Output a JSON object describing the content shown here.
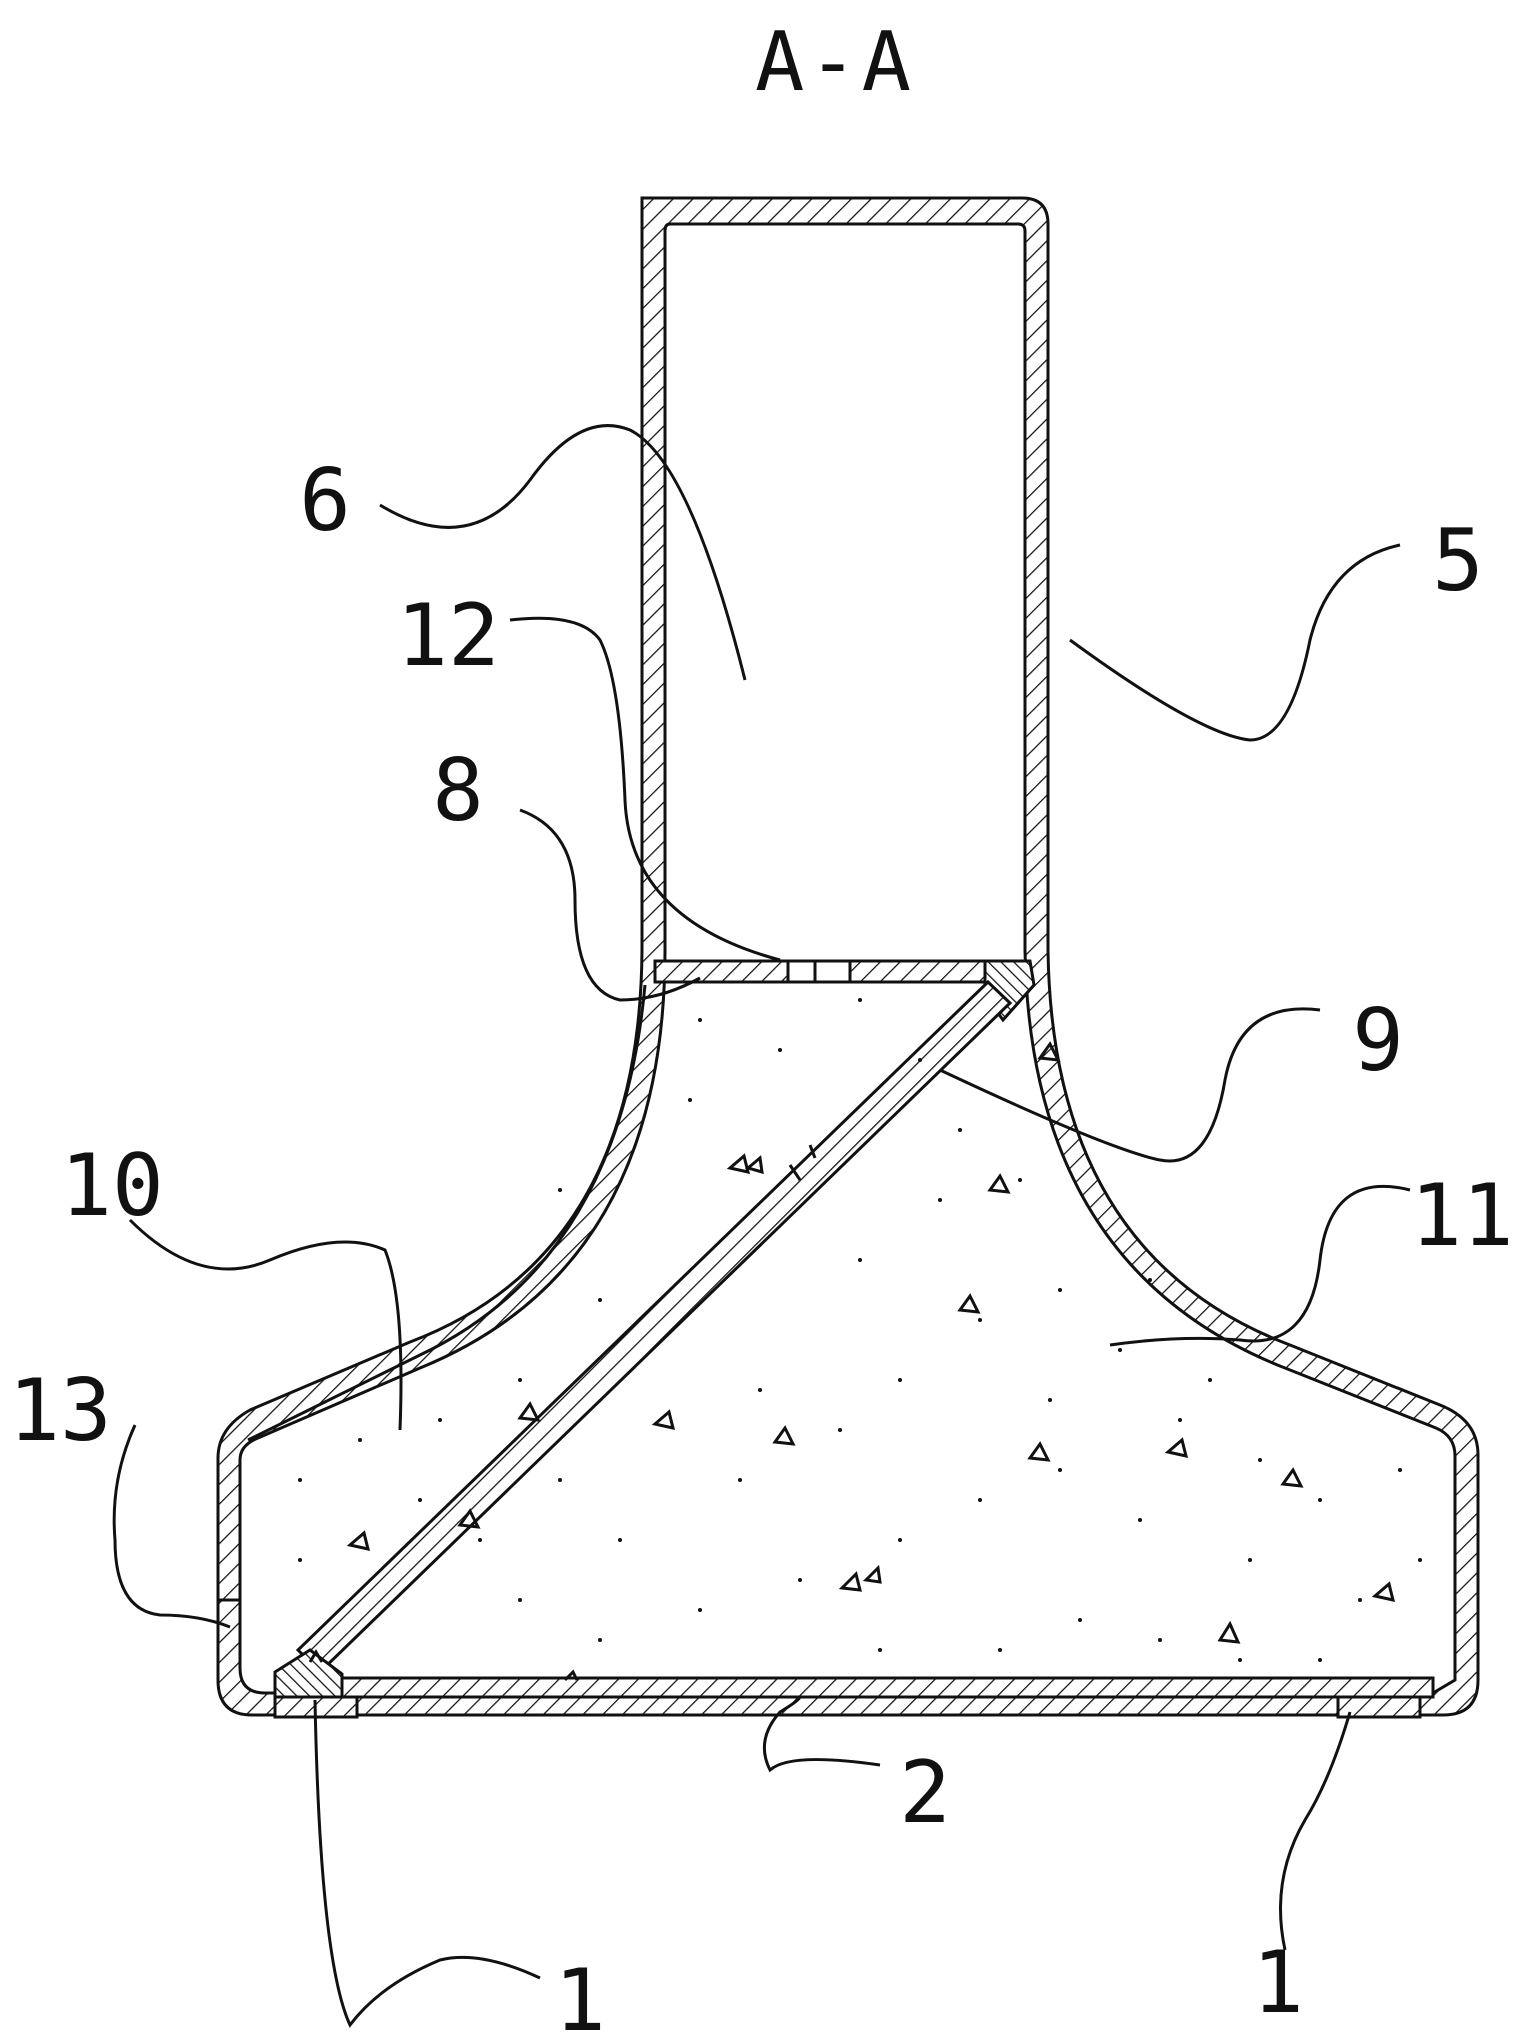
{
  "title": "A-A",
  "labels": {
    "l1_left": "1",
    "l1_right": "1",
    "l2": "2",
    "l5": "5",
    "l6": "6",
    "l8": "8",
    "l9": "9",
    "l10": "10",
    "l11": "11",
    "l12": "12",
    "l13": "13"
  }
}
